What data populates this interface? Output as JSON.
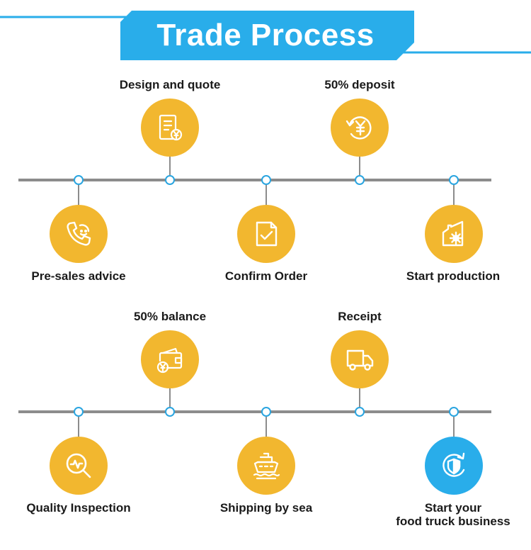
{
  "title": "Trade Process",
  "colors": {
    "accent_blue": "#29adea",
    "step_yellow": "#f2b72f",
    "line_gray": "#8c8c8c"
  },
  "steps": [
    {
      "label": "Design and quote",
      "icon": "document-quote-icon"
    },
    {
      "label": "50% deposit",
      "icon": "yen-refresh-icon"
    },
    {
      "label": "Pre-sales advice",
      "icon": "phone-smile-icon"
    },
    {
      "label": "Confirm Order",
      "icon": "checked-document-icon"
    },
    {
      "label": "Start production",
      "icon": "factory-gear-icon"
    },
    {
      "label": "50% balance",
      "icon": "wallet-yen-icon"
    },
    {
      "label": "Receipt",
      "icon": "delivery-truck-icon"
    },
    {
      "label": "Quality Inspection",
      "icon": "magnifier-pulse-icon"
    },
    {
      "label": "Shipping by sea",
      "icon": "ship-icon"
    },
    {
      "label": "Start your\nfood truck business",
      "label_line1": "Start your",
      "label_line2": "food truck business",
      "icon": "shield-refresh-icon"
    }
  ]
}
